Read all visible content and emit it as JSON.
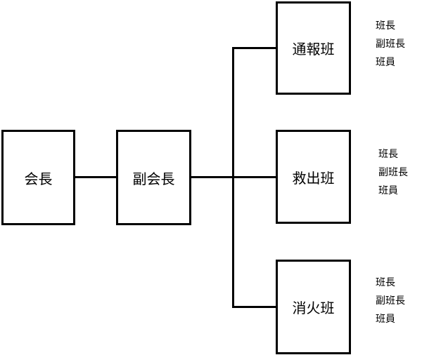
{
  "chairman": "会長",
  "vice_chairman": "副会長",
  "teams": [
    {
      "name": "通報班",
      "roles": [
        "班長",
        "副班長",
        "班員"
      ]
    },
    {
      "name": "救出班",
      "roles": [
        "班長",
        "副班長",
        "班員"
      ]
    },
    {
      "name": "消火班",
      "roles": [
        "班長",
        "副班長",
        "班員"
      ]
    }
  ]
}
